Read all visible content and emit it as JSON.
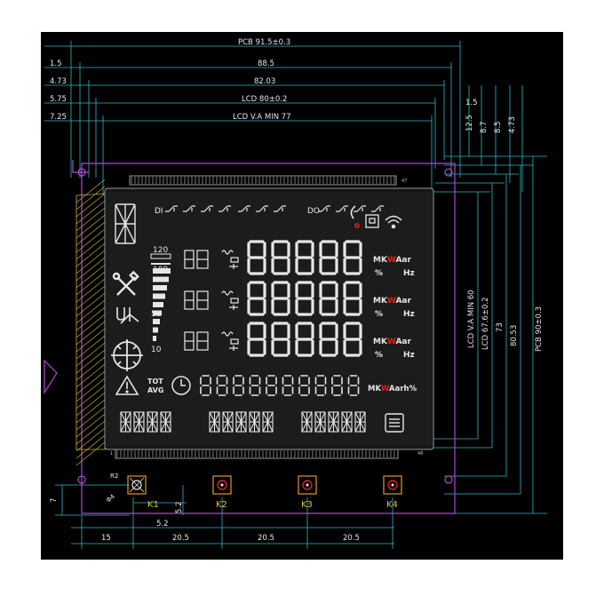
{
  "colors": {
    "background": "#000000",
    "page": "#ffffff",
    "dimension_line": "#2fb7c9",
    "pcb_outline": "#b048d0",
    "lcd_fill": "#1c1c1c",
    "segment": "#e6e6e6",
    "accent_red": "#e02020",
    "key_label": "#e0c020",
    "key_pad": "#d48a2a",
    "hatch": "#c8b040"
  },
  "dimensions": {
    "left": [
      {
        "value": "1.5",
        "label": "PCB 91.5±0.3"
      },
      {
        "value": "4.73",
        "label": "88.5"
      },
      {
        "value": "5.75",
        "label": "82.03"
      },
      {
        "value": "7.25",
        "label": "LCD 80±0.2"
      },
      {
        "value": "",
        "label": "LCD V.A MIN 77"
      }
    ],
    "right_small": [
      "1.5",
      "12.5",
      "8.7",
      "8.5",
      "4.73"
    ],
    "right_vertical": [
      "LCD V.A MIN 60",
      "LCD 67.6±0.2",
      "73",
      "80.53",
      "PCB 90±0.3"
    ],
    "bottom": [
      "15",
      "20.5",
      "20.5",
      "20.5"
    ],
    "misc": [
      "7",
      "5.2",
      "5.2",
      "R2",
      "Φ4"
    ]
  },
  "lcd": {
    "di_label": "DI",
    "do_label": "DO",
    "bar_scale": [
      "120",
      "100",
      "50",
      "10"
    ],
    "units_rows": [
      {
        "prefix": "MK",
        "highlight": "W",
        "suffix": "Aar",
        "sub1": "%",
        "sub2": "Hz"
      },
      {
        "prefix": "MK",
        "highlight": "W",
        "suffix": "Aar",
        "sub1": "%",
        "sub2": "Hz"
      },
      {
        "prefix": "MK",
        "highlight": "W",
        "suffix": "Aar",
        "sub1": "%",
        "sub2": "Hz"
      }
    ],
    "energy_units": {
      "prefix": "MK",
      "highlight": "W",
      "suffix": "Aarh%"
    },
    "tot_label": "TOT",
    "avg_label": "AVG",
    "main_digits": "88888",
    "energy_digits": "8888888888",
    "pin_first": "1",
    "pin_last": "48",
    "pin_top": "47"
  },
  "keys": [
    {
      "label": "K1"
    },
    {
      "label": "K2"
    },
    {
      "label": "K3"
    },
    {
      "label": "K4"
    }
  ],
  "icons": [
    "alphanumeric-segment-icon",
    "tools-icon",
    "phase-icon",
    "quadrant-icon",
    "warning-icon",
    "clock-icon",
    "phone-icon",
    "network-icon",
    "wifi-icon",
    "battery-icon"
  ]
}
